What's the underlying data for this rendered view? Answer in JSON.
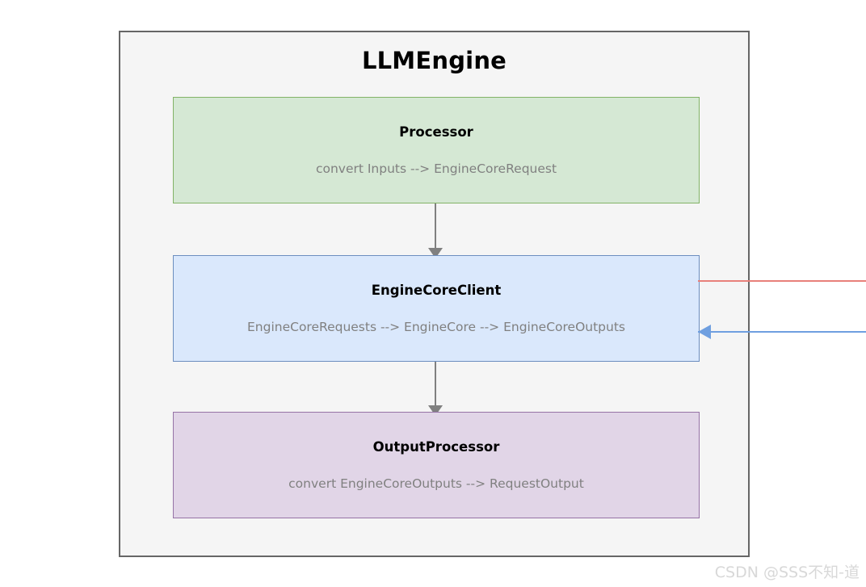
{
  "diagram": {
    "container": {
      "title": "LLMEngine",
      "background_color": "#f5f5f5",
      "border_color": "#666666"
    },
    "nodes": [
      {
        "id": "processor",
        "title": "Processor",
        "subtitle": "convert Inputs --> EngineCoreRequest",
        "fill_color": "#d5e8d4",
        "border_color": "#82b366"
      },
      {
        "id": "enginecoreclient",
        "title": "EngineCoreClient",
        "subtitle": "EngineCoreRequests --> EngineCore --> EngineCoreOutputs",
        "fill_color": "#dae8fc",
        "border_color": "#6c8ebf"
      },
      {
        "id": "outputprocessor",
        "title": "OutputProcessor",
        "subtitle": "convert EngineCoreOutputs --> RequestOutput",
        "fill_color": "#e1d5e7",
        "border_color": "#9673a6"
      }
    ],
    "connectors": [
      {
        "id": "processor-to-enginecoreclient",
        "from": "processor",
        "to": "enginecoreclient",
        "color": "#808080",
        "direction": "down"
      },
      {
        "id": "enginecoreclient-to-outputprocessor",
        "from": "enginecoreclient",
        "to": "outputprocessor",
        "color": "#808080",
        "direction": "down"
      }
    ],
    "external_edges": [
      {
        "id": "outbound-red-line",
        "from": "enginecoreclient",
        "color": "#e8807a",
        "direction": "right",
        "arrowhead": false
      },
      {
        "id": "inbound-blue-arrow",
        "to": "enginecoreclient",
        "color": "#6f9fe0",
        "direction": "left",
        "arrowhead": true
      }
    ]
  },
  "watermark": {
    "text": "CSDN @SSS不知-道",
    "color": "#d8d8d8"
  }
}
